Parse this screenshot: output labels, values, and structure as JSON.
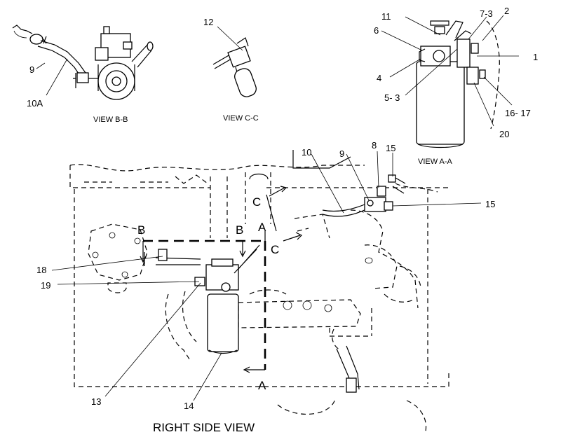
{
  "diagram": {
    "caption": "RIGHT SIDE VIEW",
    "views": {
      "bb": "VIEW B-B",
      "cc": "VIEW C-C",
      "aa": "VIEW A-A"
    },
    "section_letters": {
      "a_top": "A",
      "a_bottom": "A",
      "b_left": "B",
      "b_right": "B",
      "c_top": "C",
      "c_bottom": "C"
    },
    "callouts": {
      "c1": "1",
      "c2": "2",
      "c4": "4",
      "c5_3": "5- 3",
      "c6": "6",
      "c7_3": "7-3",
      "c8": "8",
      "c9_bb": "9",
      "c9_main": "9",
      "c10": "10",
      "c10a": "10A",
      "c11": "11",
      "c12": "12",
      "c13": "13",
      "c14": "14",
      "c15_top": "15",
      "c15_right": "15",
      "c16_17": "16- 17",
      "c18": "18",
      "c19": "19",
      "c20": "20"
    }
  }
}
